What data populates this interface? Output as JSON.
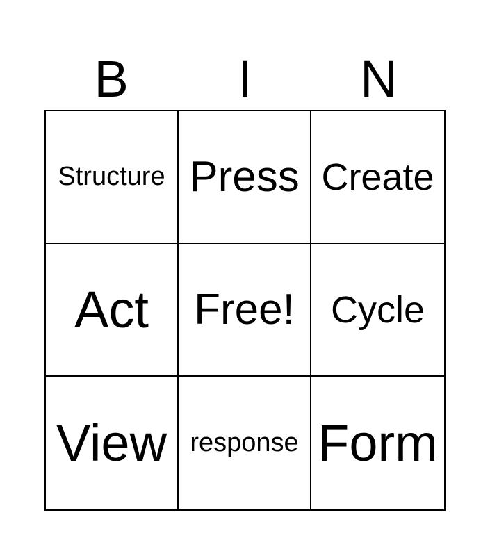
{
  "header": {
    "letters": [
      "B",
      "I",
      "N"
    ]
  },
  "cells": [
    {
      "text": "Structure"
    },
    {
      "text": "Press"
    },
    {
      "text": "Create"
    },
    {
      "text": "Act"
    },
    {
      "text": "Free!"
    },
    {
      "text": "Cycle"
    },
    {
      "text": "View"
    },
    {
      "text": "response"
    },
    {
      "text": "Form"
    }
  ],
  "colors": {
    "background": "#ffffff",
    "text": "#000000",
    "grid_lines": "#000000"
  }
}
